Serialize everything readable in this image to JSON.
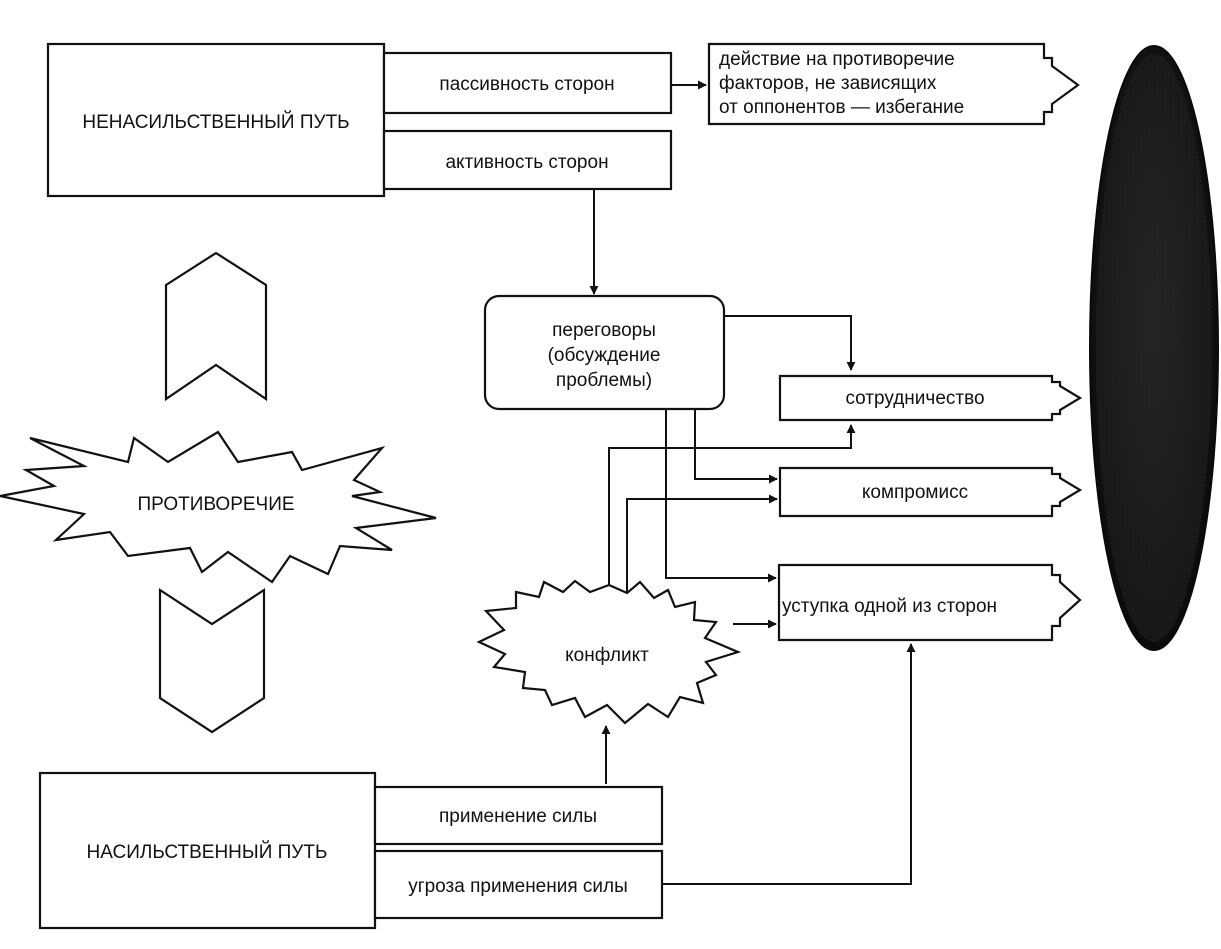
{
  "diagram": {
    "nonviolent_path": "НЕНАСИЛЬСТВЕННЫЙ ПУТЬ",
    "passivity": "пассивность сторон",
    "activity": "активность сторон",
    "avoidance": [
      "действие на противоречие",
      "факторов, не зависящих",
      "от оппонентов — избегание"
    ],
    "negotiations": [
      "переговоры",
      "(обсуждение",
      "проблемы)"
    ],
    "cooperation": "сотрудничество",
    "compromise": "компромисс",
    "concession": "уступка одной из сторон",
    "contradiction": "ПРОТИВОРЕЧИЕ",
    "conflict": "конфликт",
    "violent_path": "НАСИЛЬСТВЕННЫЙ ПУТЬ",
    "use_of_force": "применение силы",
    "threat_of_force": "угроза применения силы"
  }
}
